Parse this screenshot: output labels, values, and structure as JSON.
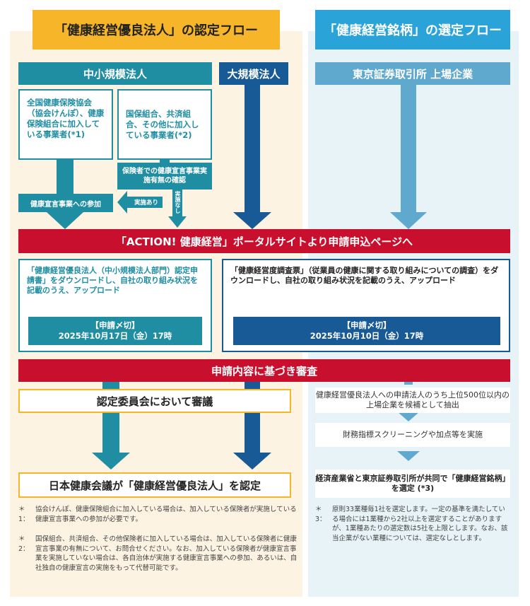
{
  "titles": {
    "left": "「健康経営優良法人」の認定フロー",
    "right": "「健康経営銘柄」の選定フロー"
  },
  "headers": {
    "sme": "中小規模法人",
    "large": "大規模法人",
    "tse": "東京証券取引所 上場企業"
  },
  "sme_boxes": {
    "box1": "全国健康保険協会（協会けんぽ）、健康保険組合に加入している事業者(*1)",
    "box2": "国保組合、共済組合、その他に加入している事業者(*2)",
    "check": "保険者での健康宣言事業実施有無の確認",
    "participation": "健康宣言事業への参加",
    "yes_label": "実施あり",
    "no_label": "実施なし"
  },
  "action_bar": "「ACTION! 健康経営」ポータルサイトより申請申込ページへ",
  "application": {
    "sme_text": "「健康経営優良法人（中小規模法人部門）認定申請書」をダウンロードし、自社の取り組み状況を記載のうえ、アップロード",
    "sme_deadline_label": "【申請〆切】",
    "sme_deadline_date": "2025年10月17日（金）17時",
    "large_text": "「健康経営度調査票」（従業員の健康に関する取り組みについての調査）をダウンロードし、自社の取り組み状況を記載のうえ、アップロード",
    "large_deadline_label": "【申請〆切】",
    "large_deadline_date": "2025年10月10日（金）17時"
  },
  "review_bar": "申請内容に基づき審査",
  "committee": "認定委員会において審議",
  "certify": "日本健康会議が「健康経営優良法人」を認定",
  "brand_steps": {
    "step1": "健康経営優良法人への申請法人のうち上位500位以内の上場企業を候補として抽出",
    "step2": "財務指標スクリーニングや加点等を実施",
    "step3": "経済産業省と東京証券取引所が共同で「健康経営銘柄」を選定 (*3)"
  },
  "notes": {
    "n1_mark": "＊1：",
    "n1": "協会けんぽ、健康保険組合に加入している場合は、加入している保険者が実施している健康宣言事業への参加が必要です。",
    "n2_mark": "＊2：",
    "n2": "国保組合、共済組合、その他保険者に加入している場合は、加入している保険者に健康宣言事業の有無について、お問合せください。なお、加入している保険者が健康宣言事業を実施していない場合は、各自治体が実施する健康宣言事業への参加、あるいは、自社独自の健康宣言の実施をもって代替可能です。",
    "n3_mark": "＊3：",
    "n3": "原則33業種毎1社を選定します。一定の基準を満たしている場合には1業種から2社以上を選定することがありますが、1業種あたりの選定数は5社を上限とします。なお、該当企業がない業種については、選定なしとします。"
  },
  "colors": {
    "orange": "#f7b52a",
    "teal": "#1f8ea3",
    "navy": "#175a96",
    "light_blue": "#5fa8ce",
    "red": "#c8102e"
  }
}
